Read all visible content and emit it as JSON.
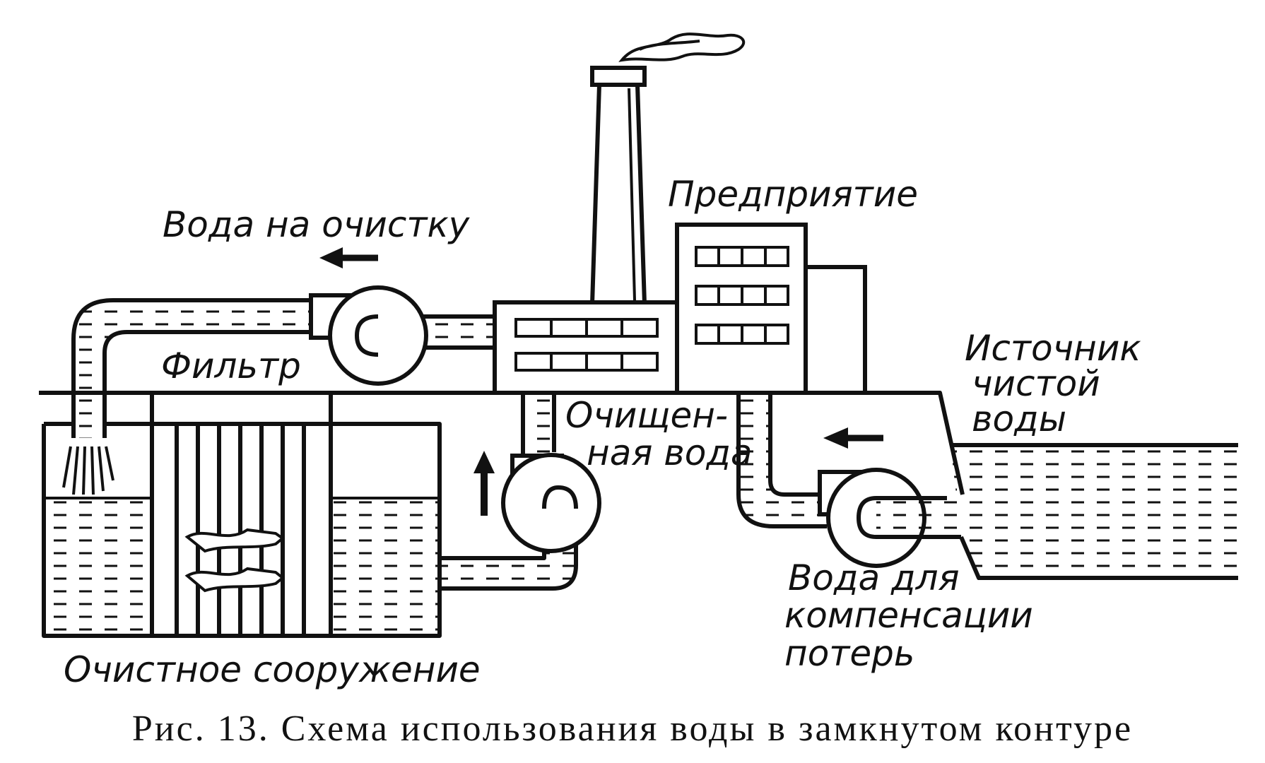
{
  "labels": {
    "water_to_treatment": "Вода на очистку",
    "enterprise": "Предприятие",
    "filter": "Фильтр",
    "purified_water_1": "Очищен-",
    "purified_water_2": "ная вода",
    "clean_source_1": "Источник",
    "clean_source_2": "чистой",
    "clean_source_3": "воды",
    "makeup_water_1": "Вода для",
    "makeup_water_2": "компенсации",
    "makeup_water_3": "потерь",
    "treatment_plant": "Очистное сооружение"
  },
  "caption": "Рис. 13. Схема использования воды в замкнутом контуре"
}
